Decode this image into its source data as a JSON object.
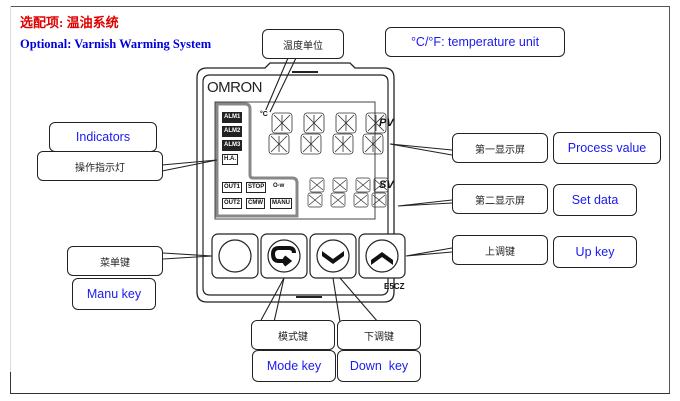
{
  "header": {
    "title_cn": "选配项: 温油系统",
    "title_en": "Optional: Varnish Warming System"
  },
  "colors": {
    "title_cn": "#e00000",
    "title_en": "#0000dd",
    "label_en": "#1a1aee",
    "outline": "#222222"
  },
  "device": {
    "brand": "OMRON",
    "model": "E5CZ",
    "pv_label": "PV",
    "sv_label": "SV",
    "temp_unit_glyph": "°C",
    "indicators": [
      "ALM1",
      "ALM2",
      "ALM3",
      "H.A.",
      "OUT1",
      "STOP",
      "O-w",
      "OUT2",
      "CMW",
      "MANU"
    ],
    "keys": [
      {
        "name": "menu",
        "icon": "blank-circle"
      },
      {
        "name": "mode",
        "icon": "loop-arrow"
      },
      {
        "name": "down",
        "icon": "chevron-down"
      },
      {
        "name": "up",
        "icon": "chevron-up"
      }
    ]
  },
  "callouts": {
    "temp_unit": {
      "cn": "温度单位",
      "en": "°C/°F: temperature unit"
    },
    "indicators": {
      "cn": "操作指示灯",
      "en": "Indicators"
    },
    "pv": {
      "cn": "第一显示屏",
      "en": "Process value"
    },
    "sv": {
      "cn": "第二显示屏",
      "en": "Set data"
    },
    "up_key": {
      "cn": "上调键",
      "en": "Up key"
    },
    "menu_key": {
      "cn": "菜单键",
      "en": "Manu key"
    },
    "mode_key": {
      "cn": "模式键",
      "en": "Mode key"
    },
    "down_key": {
      "cn": "下调键",
      "en": "Down  key"
    }
  }
}
